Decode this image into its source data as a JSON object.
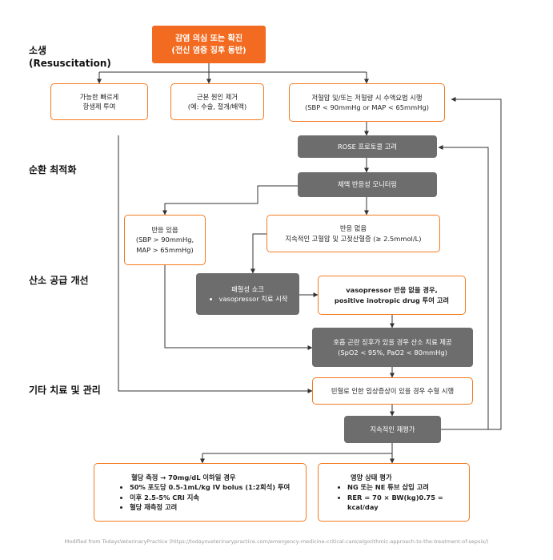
{
  "stages": {
    "resuscitation_title": "소생",
    "resuscitation_sub": "(Resuscitation)",
    "circulation": "순환 최적화",
    "oxygen": "산소 공급 개선",
    "other": "기타 치료 및 관리"
  },
  "nodes": {
    "start": {
      "line1": "감염 의심 또는 확진",
      "line2": "(전신 염증 징후 동반)"
    },
    "antibiotics": {
      "line1": "가능한 빠르게",
      "line2": "항생제 투여"
    },
    "source_control": {
      "line1": "근본 원인 제거",
      "line2": "(예: 수술, 절개/배액)"
    },
    "fluid_therapy": {
      "line1": "저혈압 및/또는 저혈량 시 수액요법 시행",
      "line2": "(SBP < 90mmHg or MAP < 65mmHg)"
    },
    "rose": {
      "line1": "ROSE 프로토콜 고려"
    },
    "fluid_monitoring": {
      "line1": "체액 반응성 모니터링"
    },
    "responsive": {
      "line1": "반응 있음",
      "line2": "(SBP > 90mmHg,",
      "line3": "MAP > 65mmHg)"
    },
    "unresponsive": {
      "line1": "반응 없음",
      "line2": "지속적인 고혈압 및 고젖산혈증 (≥ 2.5mmol/L)"
    },
    "septic_shock": {
      "line1": "패혈성 쇼크",
      "line2": "vasopressor 치료 시작"
    },
    "inotropic": {
      "line1": "vasopressor 반응 없을 경우,",
      "line2": "positive inotropic drug 투여 고려"
    },
    "oxygen_therapy": {
      "line1": "호흡 곤란 징후가 있을 경우 산소 치료 제공",
      "line2": "(SpO2 < 95%, PaO2 < 80mmHg)"
    },
    "transfusion": {
      "line1": "빈혈로 인한 임상증상이 있을 경우 수혈 시행"
    },
    "reassess": {
      "line1": "지속적인 재평가"
    },
    "glucose": {
      "title": "혈당 측정 → 70mg/dL 이하일 경우",
      "items": [
        "50% 포도당 0.5-1mL/kg IV bolus (1:2희석) 투여",
        "이후 2.5-5% CRI 지속",
        "혈당 재측정 고려"
      ]
    },
    "nutrition": {
      "title": "영양 상태 평가",
      "items": [
        "NG 또는 NE 튜브 삽입 고려",
        "RER = 70 × BW(kg)0.75 = kcal/day"
      ]
    }
  },
  "footer": "Modified from TodaysVeterinaryPractice (https://todaysveterinarypractice.com/emergency-medicine-critical-care/algorithmic-approach-to-the-treatment-of-sepsis/)",
  "colors": {
    "accent": "#f26b21",
    "outline": "#f47b20",
    "gray_box": "#6d6d6d",
    "line": "#333333"
  }
}
